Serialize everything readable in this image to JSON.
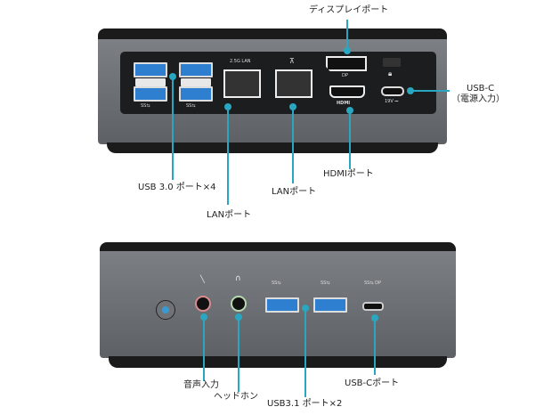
{
  "rear": {
    "port_markings": {
      "usb_a": "SS⇆",
      "usb_b": "SS⇆",
      "lan": "2.5G LAN",
      "dp": "DP",
      "hdmi": "HDMI",
      "dc": "19V ⎓"
    },
    "labels": {
      "displayport": "ディスプレイポート",
      "usb_c_line1": "USB-C",
      "usb_c_line2": "（電源入力）",
      "usb30": "USB 3.0 ポート×4",
      "lan1": "LANポート",
      "lan2": "LANポート",
      "hdmi": "HDMIポート"
    }
  },
  "front": {
    "port_markings": {
      "usb1": "SS⇆",
      "usb2": "SS⇆",
      "usbc": "SS⇆ DP"
    },
    "labels": {
      "audio_in": "音声入力",
      "headphone": "ヘッドホン",
      "usb31": "USB3.1 ポート×2",
      "usbc": "USB-Cポート"
    }
  },
  "colors": {
    "accent": "#2aa7c0"
  }
}
